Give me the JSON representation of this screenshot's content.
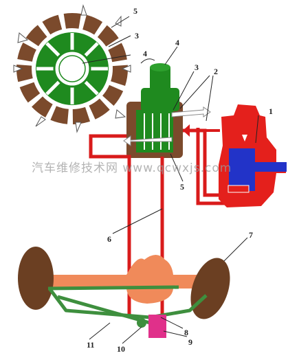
{
  "callouts": [
    {
      "id": "1",
      "text": "1"
    },
    {
      "id": "2",
      "text": "2"
    },
    {
      "id": "3a",
      "text": "3"
    },
    {
      "id": "3b",
      "text": "3"
    },
    {
      "id": "4a",
      "text": "4"
    },
    {
      "id": "4b",
      "text": "4"
    },
    {
      "id": "5a",
      "text": "5"
    },
    {
      "id": "5b",
      "text": "5"
    },
    {
      "id": "6",
      "text": "6"
    },
    {
      "id": "7",
      "text": "7"
    },
    {
      "id": "8",
      "text": "8"
    },
    {
      "id": "9",
      "text": "9"
    },
    {
      "id": "10",
      "text": "10"
    },
    {
      "id": "11",
      "text": "11"
    }
  ],
  "watermark": "汽车维修技术网 www.qcwxjs.com",
  "colors": {
    "housing": "#7b4a2c",
    "rotor": "#1f8a1f",
    "pump": "#e4201c",
    "pump_core": "#2233c8",
    "axle": "#f08a5a",
    "wheel": "#6b3f22",
    "linkage": "#3e8f3e",
    "valve": "#e0308a",
    "pipe": "#d91b1b"
  }
}
